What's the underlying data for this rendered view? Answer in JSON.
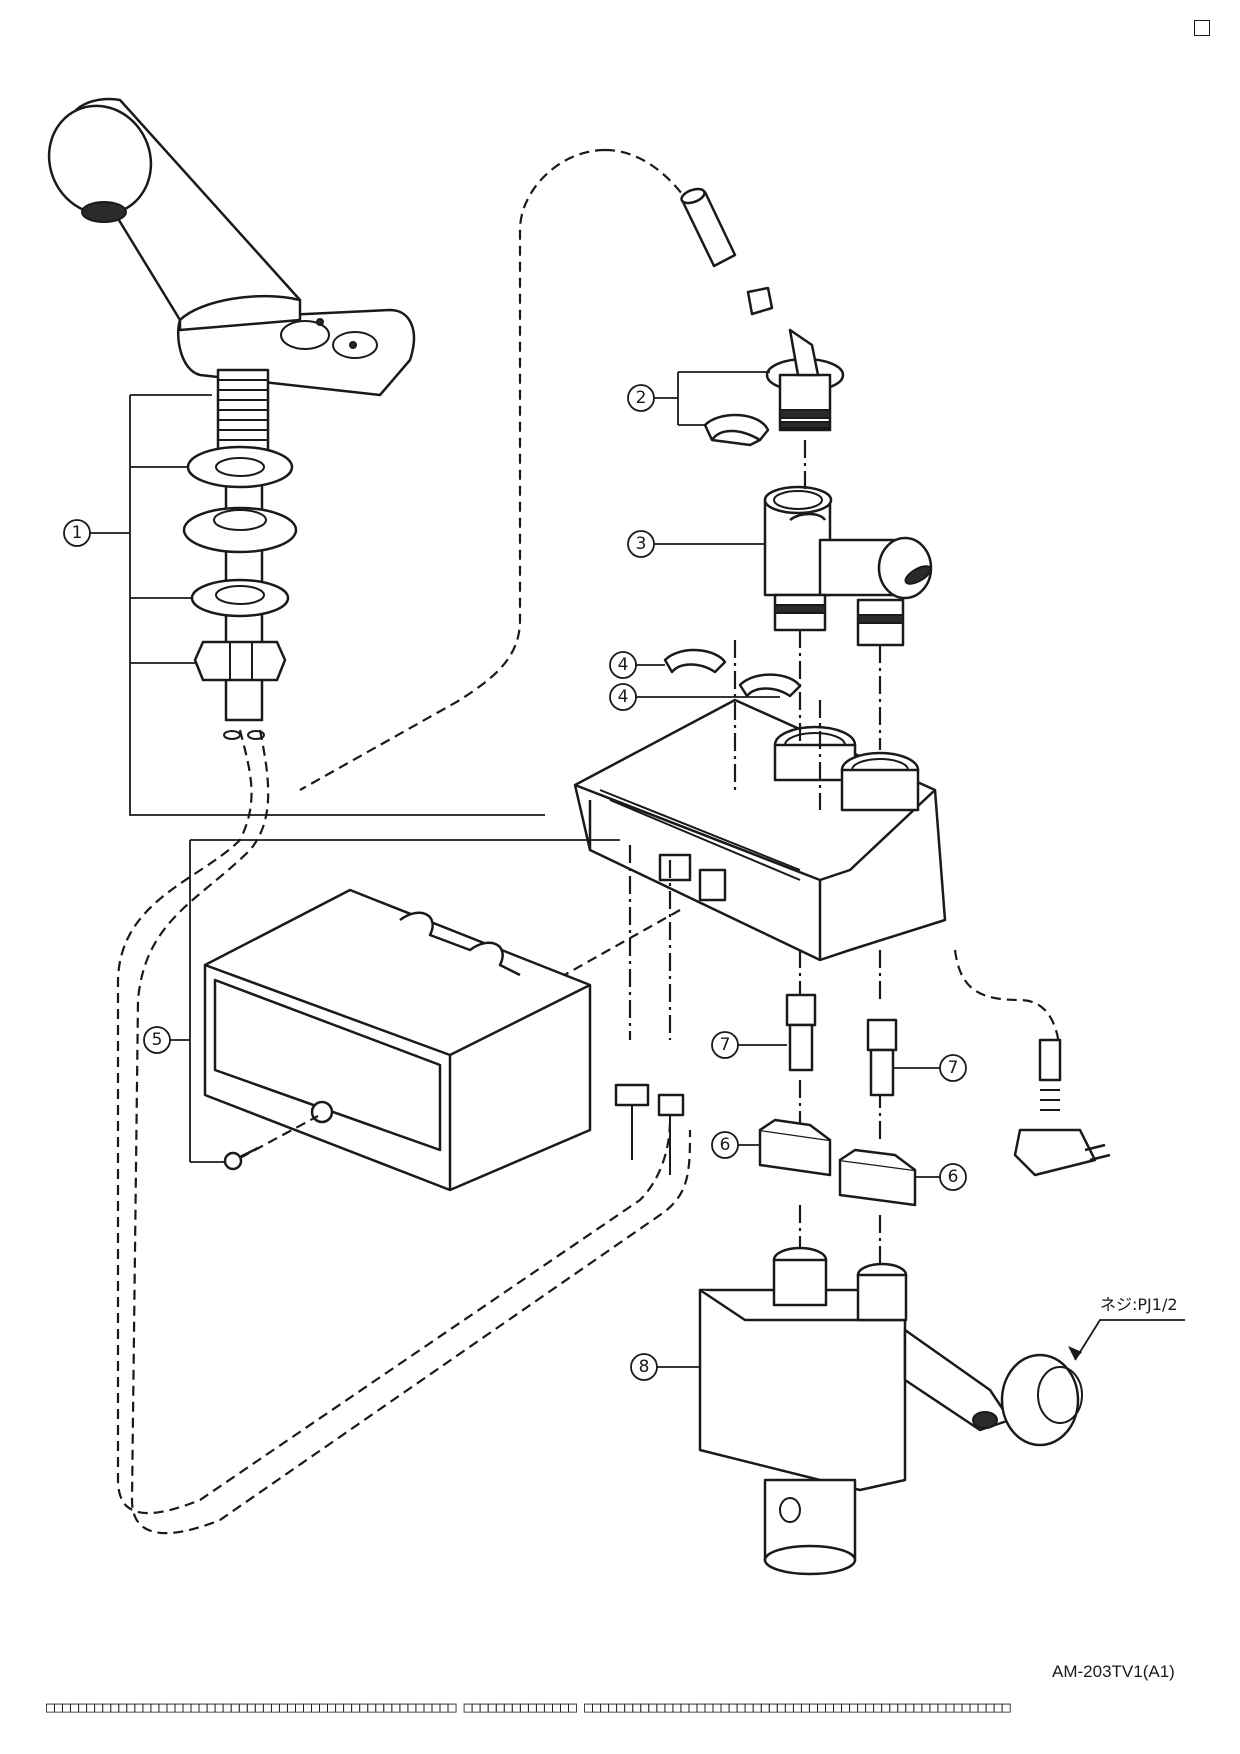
{
  "document": {
    "model_code": "AM-203TV1(A1)",
    "footer_text": "□□□□□□□□□□□□□□□□□□□□□□□□□□□□□□□□□□□□□□□□□□□□□□□□□□□ □□□□□□□□□□□□□□ □□□□□□□□□□□□□□□□□□□□□□□□□□□□□□□□□□□□□□□□□□□□□□□□□□□□□"
  },
  "diagram": {
    "thread_note": "ネジ:PJ1/2",
    "callouts": [
      {
        "label": "1"
      },
      {
        "label": "2"
      },
      {
        "label": "3"
      },
      {
        "label": "4"
      },
      {
        "label": "4"
      },
      {
        "label": "5"
      },
      {
        "label": "6"
      },
      {
        "label": "6"
      },
      {
        "label": "7"
      },
      {
        "label": "7"
      },
      {
        "label": "8"
      }
    ]
  }
}
